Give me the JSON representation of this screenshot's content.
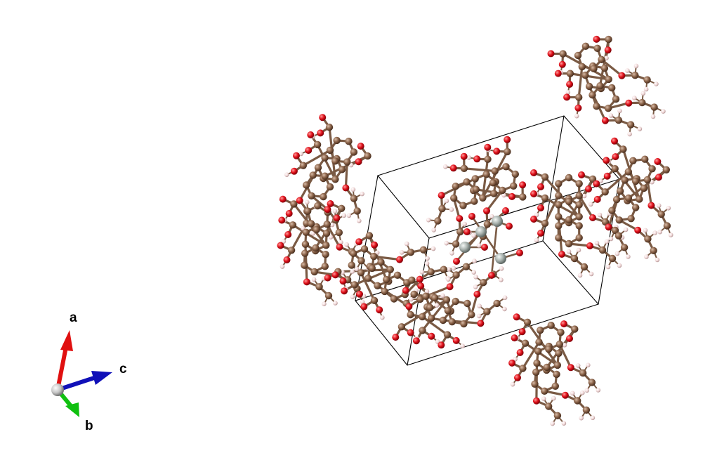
{
  "axes": {
    "a_label": "a",
    "b_label": "b",
    "c_label": "c",
    "a_color": "#e01010",
    "b_color": "#10c010",
    "c_color": "#1010b8",
    "origin_color": "#b8b8b8"
  },
  "atom_colors": {
    "carbon": "#8a6248",
    "oxygen": "#e0101a",
    "hydrogen": "#f2dada",
    "metal": "#a9b2ae"
  },
  "bond_color": "#7a5a44",
  "cell_edge_color": "#000000"
}
